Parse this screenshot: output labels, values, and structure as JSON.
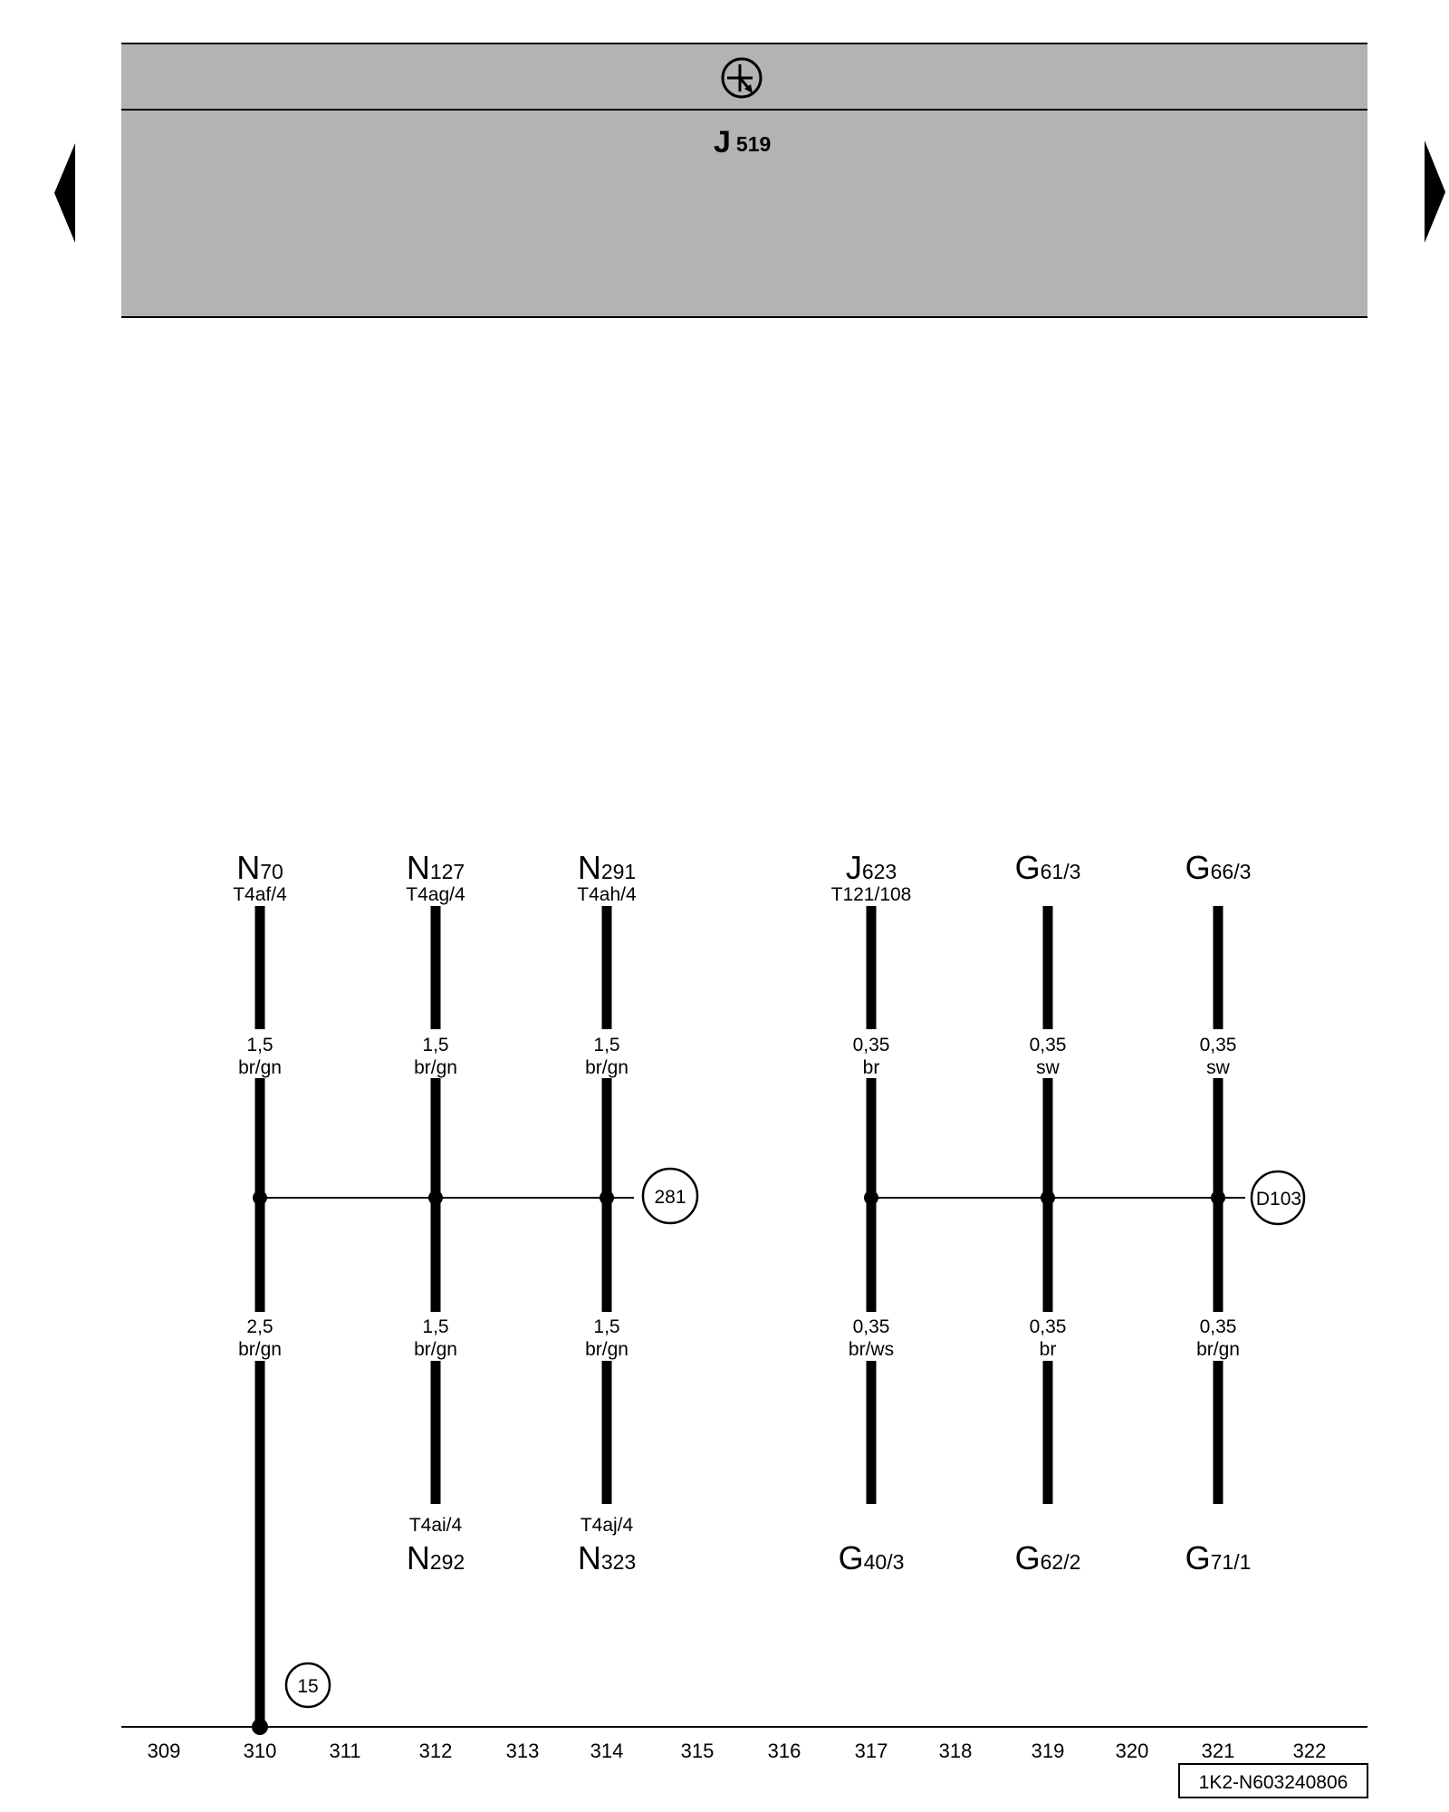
{
  "header": {
    "symbol_icon": "ground-circle-arrow-icon",
    "component": {
      "main": "J",
      "sub": "519"
    },
    "colors": {
      "band": "#b3b3b3"
    }
  },
  "navigation": {
    "prev_icon": "left-triangle-arrow-icon",
    "next_icon": "right-triangle-arrow-icon"
  },
  "bus_nodes": {
    "left": "281",
    "right": "D103",
    "terminal": "15"
  },
  "wires": [
    {
      "id": "n70",
      "col": 310,
      "top_main": "N",
      "top_sub": "70",
      "top_conn": "T4af/4",
      "upper_size": "1,5",
      "upper_color": "br/gn",
      "lower_size": "2,5",
      "lower_color": "br/gn",
      "bottom_main": "",
      "bottom_sub": "",
      "bottom_conn": ""
    },
    {
      "id": "n127",
      "col": 312,
      "top_main": "N",
      "top_sub": "127",
      "top_conn": "T4ag/4",
      "upper_size": "1,5",
      "upper_color": "br/gn",
      "lower_size": "1,5",
      "lower_color": "br/gn",
      "bottom_main": "N",
      "bottom_sub": "292",
      "bottom_conn": "T4ai/4"
    },
    {
      "id": "n291",
      "col": 314,
      "top_main": "N",
      "top_sub": "291",
      "top_conn": "T4ah/4",
      "upper_size": "1,5",
      "upper_color": "br/gn",
      "lower_size": "1,5",
      "lower_color": "br/gn",
      "bottom_main": "N",
      "bottom_sub": "323",
      "bottom_conn": "T4aj/4"
    },
    {
      "id": "j623",
      "col": 317,
      "top_main": "J",
      "top_sub": "623",
      "top_conn": "T121/108",
      "upper_size": "0,35",
      "upper_color": "br",
      "lower_size": "0,35",
      "lower_color": "br/ws",
      "bottom_main": "G",
      "bottom_sub": "40/3",
      "bottom_conn": ""
    },
    {
      "id": "g61",
      "col": 319,
      "top_main": "G",
      "top_sub": "61/3",
      "top_conn": "",
      "upper_size": "0,35",
      "upper_color": "sw",
      "lower_size": "0,35",
      "lower_color": "br",
      "bottom_main": "G",
      "bottom_sub": "62/2",
      "bottom_conn": ""
    },
    {
      "id": "g66",
      "col": 321,
      "top_main": "G",
      "top_sub": "66/3",
      "top_conn": "",
      "upper_size": "0,35",
      "upper_color": "sw",
      "lower_size": "0,35",
      "lower_color": "br/gn",
      "bottom_main": "G",
      "bottom_sub": "71/1",
      "bottom_conn": ""
    }
  ],
  "columns": [
    "309",
    "310",
    "311",
    "312",
    "313",
    "314",
    "315",
    "316",
    "317",
    "318",
    "319",
    "320",
    "321",
    "322"
  ],
  "document_id": "1K2-N603240806"
}
